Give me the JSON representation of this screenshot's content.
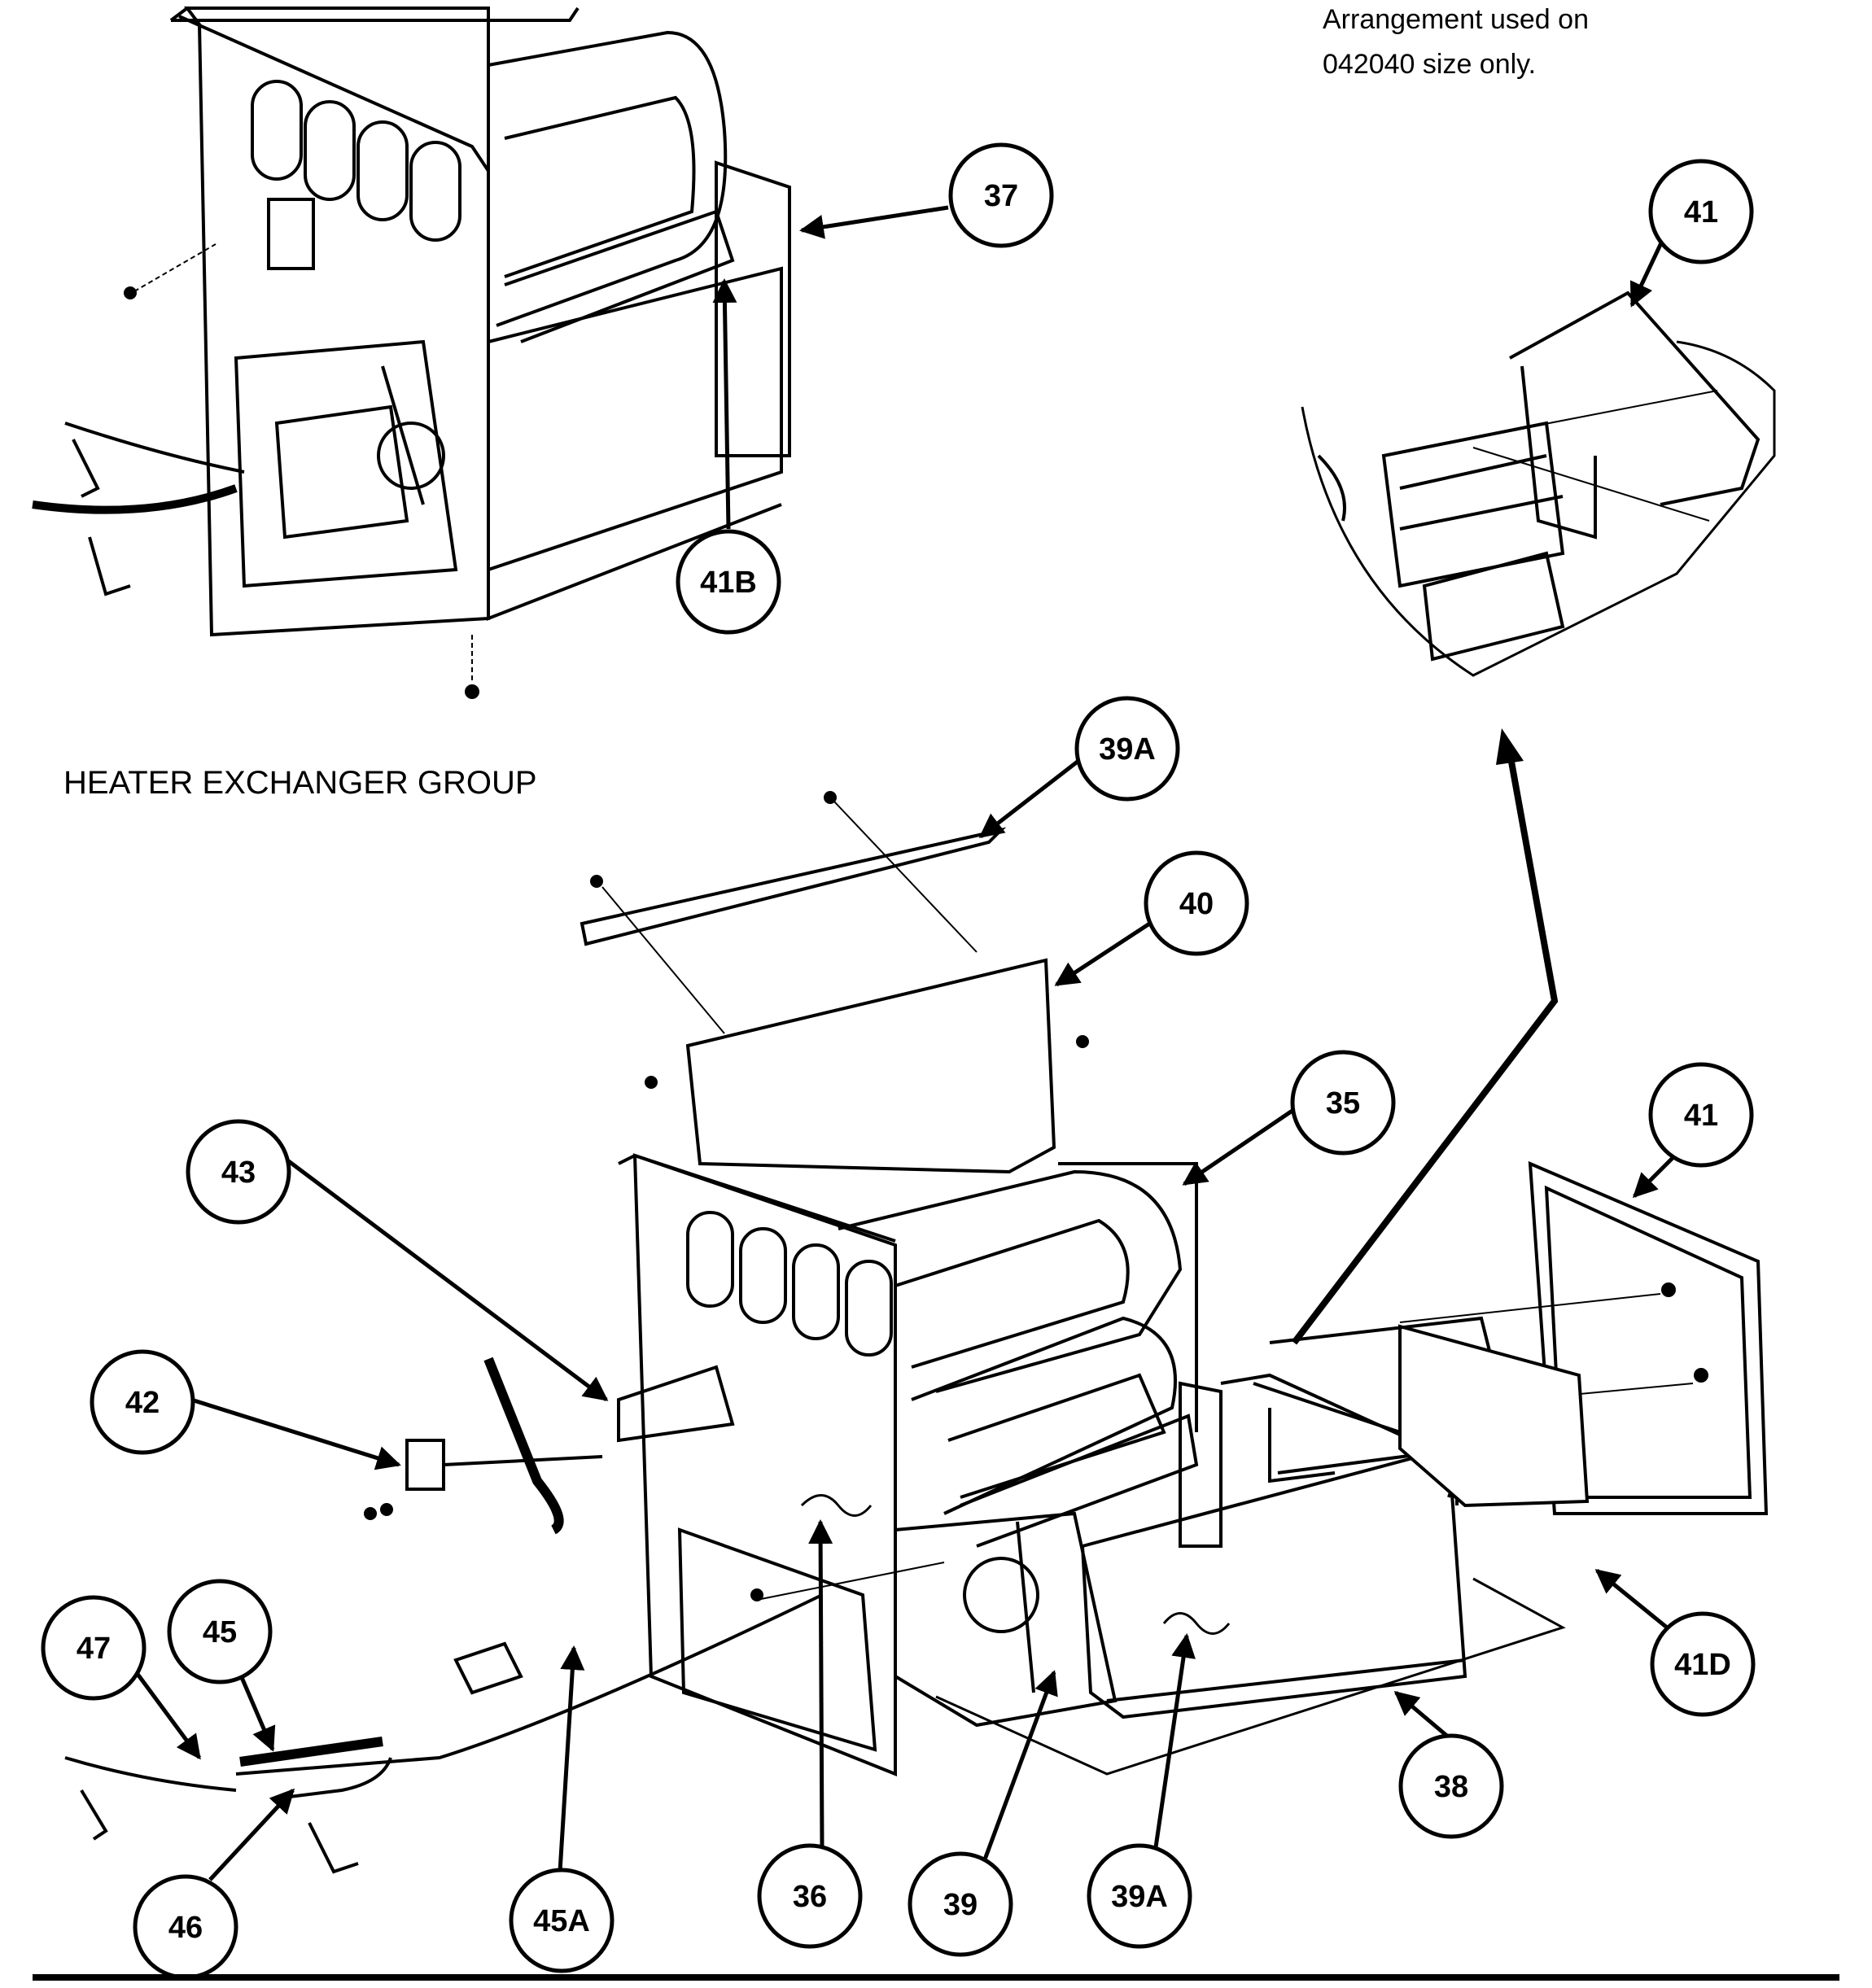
{
  "title": "HEATER EXCHANGER GROUP",
  "note_lines": [
    "Arrangement used on",
    "042040 size only."
  ],
  "callouts": {
    "c37": "37",
    "c41top": "41",
    "c41B": "41B",
    "c39A_top": "39A",
    "c40": "40",
    "c35": "35",
    "c41right": "41",
    "c43": "43",
    "c42": "42",
    "c47": "47",
    "c45": "45",
    "c41D": "41D",
    "c38": "38",
    "c46": "46",
    "c45A": "45A",
    "c36": "36",
    "c39": "39",
    "c39A_bottom": "39A"
  }
}
